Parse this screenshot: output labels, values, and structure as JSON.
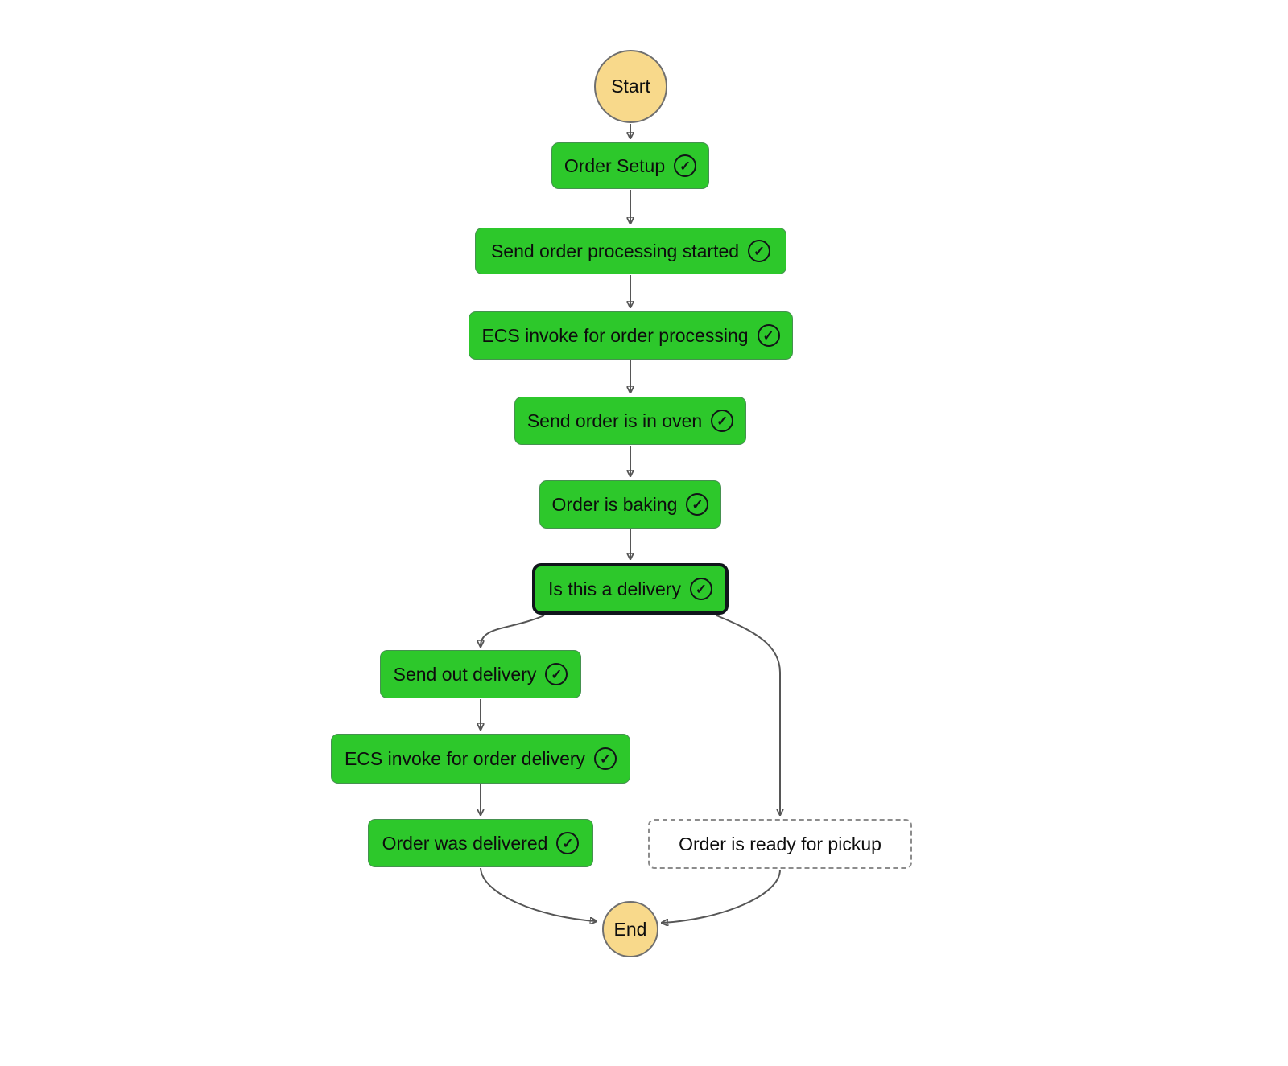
{
  "flowchart": {
    "kind": "workflow-execution-graph",
    "icons": {
      "success_check": "✓"
    },
    "nodes": [
      {
        "id": "start",
        "label": "Start",
        "type": "terminal-start"
      },
      {
        "id": "order-setup",
        "label": "Order Setup",
        "type": "task",
        "status": "succeeded"
      },
      {
        "id": "send-order-processing-started",
        "label": "Send order processing started",
        "type": "task",
        "status": "succeeded"
      },
      {
        "id": "ecs-invoke-for-order-processing",
        "label": "ECS invoke for order processing",
        "type": "task",
        "status": "succeeded"
      },
      {
        "id": "send-order-is-in-oven",
        "label": "Send order is in oven",
        "type": "task",
        "status": "succeeded"
      },
      {
        "id": "order-is-baking",
        "label": "Order is baking",
        "type": "task",
        "status": "succeeded"
      },
      {
        "id": "is-this-a-delivery",
        "label": "Is this a delivery",
        "type": "choice",
        "status": "succeeded",
        "selected": true
      },
      {
        "id": "send-out-delivery",
        "label": "Send out delivery",
        "type": "task",
        "status": "succeeded"
      },
      {
        "id": "ecs-invoke-for-order-delivery",
        "label": "ECS invoke for order delivery",
        "type": "task",
        "status": "succeeded"
      },
      {
        "id": "order-was-delivered",
        "label": "Order was delivered",
        "type": "task",
        "status": "succeeded"
      },
      {
        "id": "order-is-ready-for-pickup",
        "label": "Order is ready for pickup",
        "type": "task",
        "status": "not-executed"
      },
      {
        "id": "end",
        "label": "End",
        "type": "terminal-end"
      }
    ],
    "edges": [
      {
        "from": "start",
        "to": "order-setup"
      },
      {
        "from": "order-setup",
        "to": "send-order-processing-started"
      },
      {
        "from": "send-order-processing-started",
        "to": "ecs-invoke-for-order-processing"
      },
      {
        "from": "ecs-invoke-for-order-processing",
        "to": "send-order-is-in-oven"
      },
      {
        "from": "send-order-is-in-oven",
        "to": "order-is-baking"
      },
      {
        "from": "order-is-baking",
        "to": "is-this-a-delivery"
      },
      {
        "from": "is-this-a-delivery",
        "to": "send-out-delivery"
      },
      {
        "from": "is-this-a-delivery",
        "to": "order-is-ready-for-pickup"
      },
      {
        "from": "send-out-delivery",
        "to": "ecs-invoke-for-order-delivery"
      },
      {
        "from": "ecs-invoke-for-order-delivery",
        "to": "order-was-delivered"
      },
      {
        "from": "order-was-delivered",
        "to": "end"
      },
      {
        "from": "order-is-ready-for-pickup",
        "to": "end"
      }
    ],
    "colors": {
      "succeeded_fill": "#2dc82b",
      "terminal_fill": "#f8d98b",
      "terminal_border": "#6f6f6f",
      "not_executed_border": "#8c8c8c",
      "selected_border": "#10151b",
      "edge_stroke": "#565656",
      "label_text": "#0d0d0d",
      "background": "#ffffff"
    }
  }
}
